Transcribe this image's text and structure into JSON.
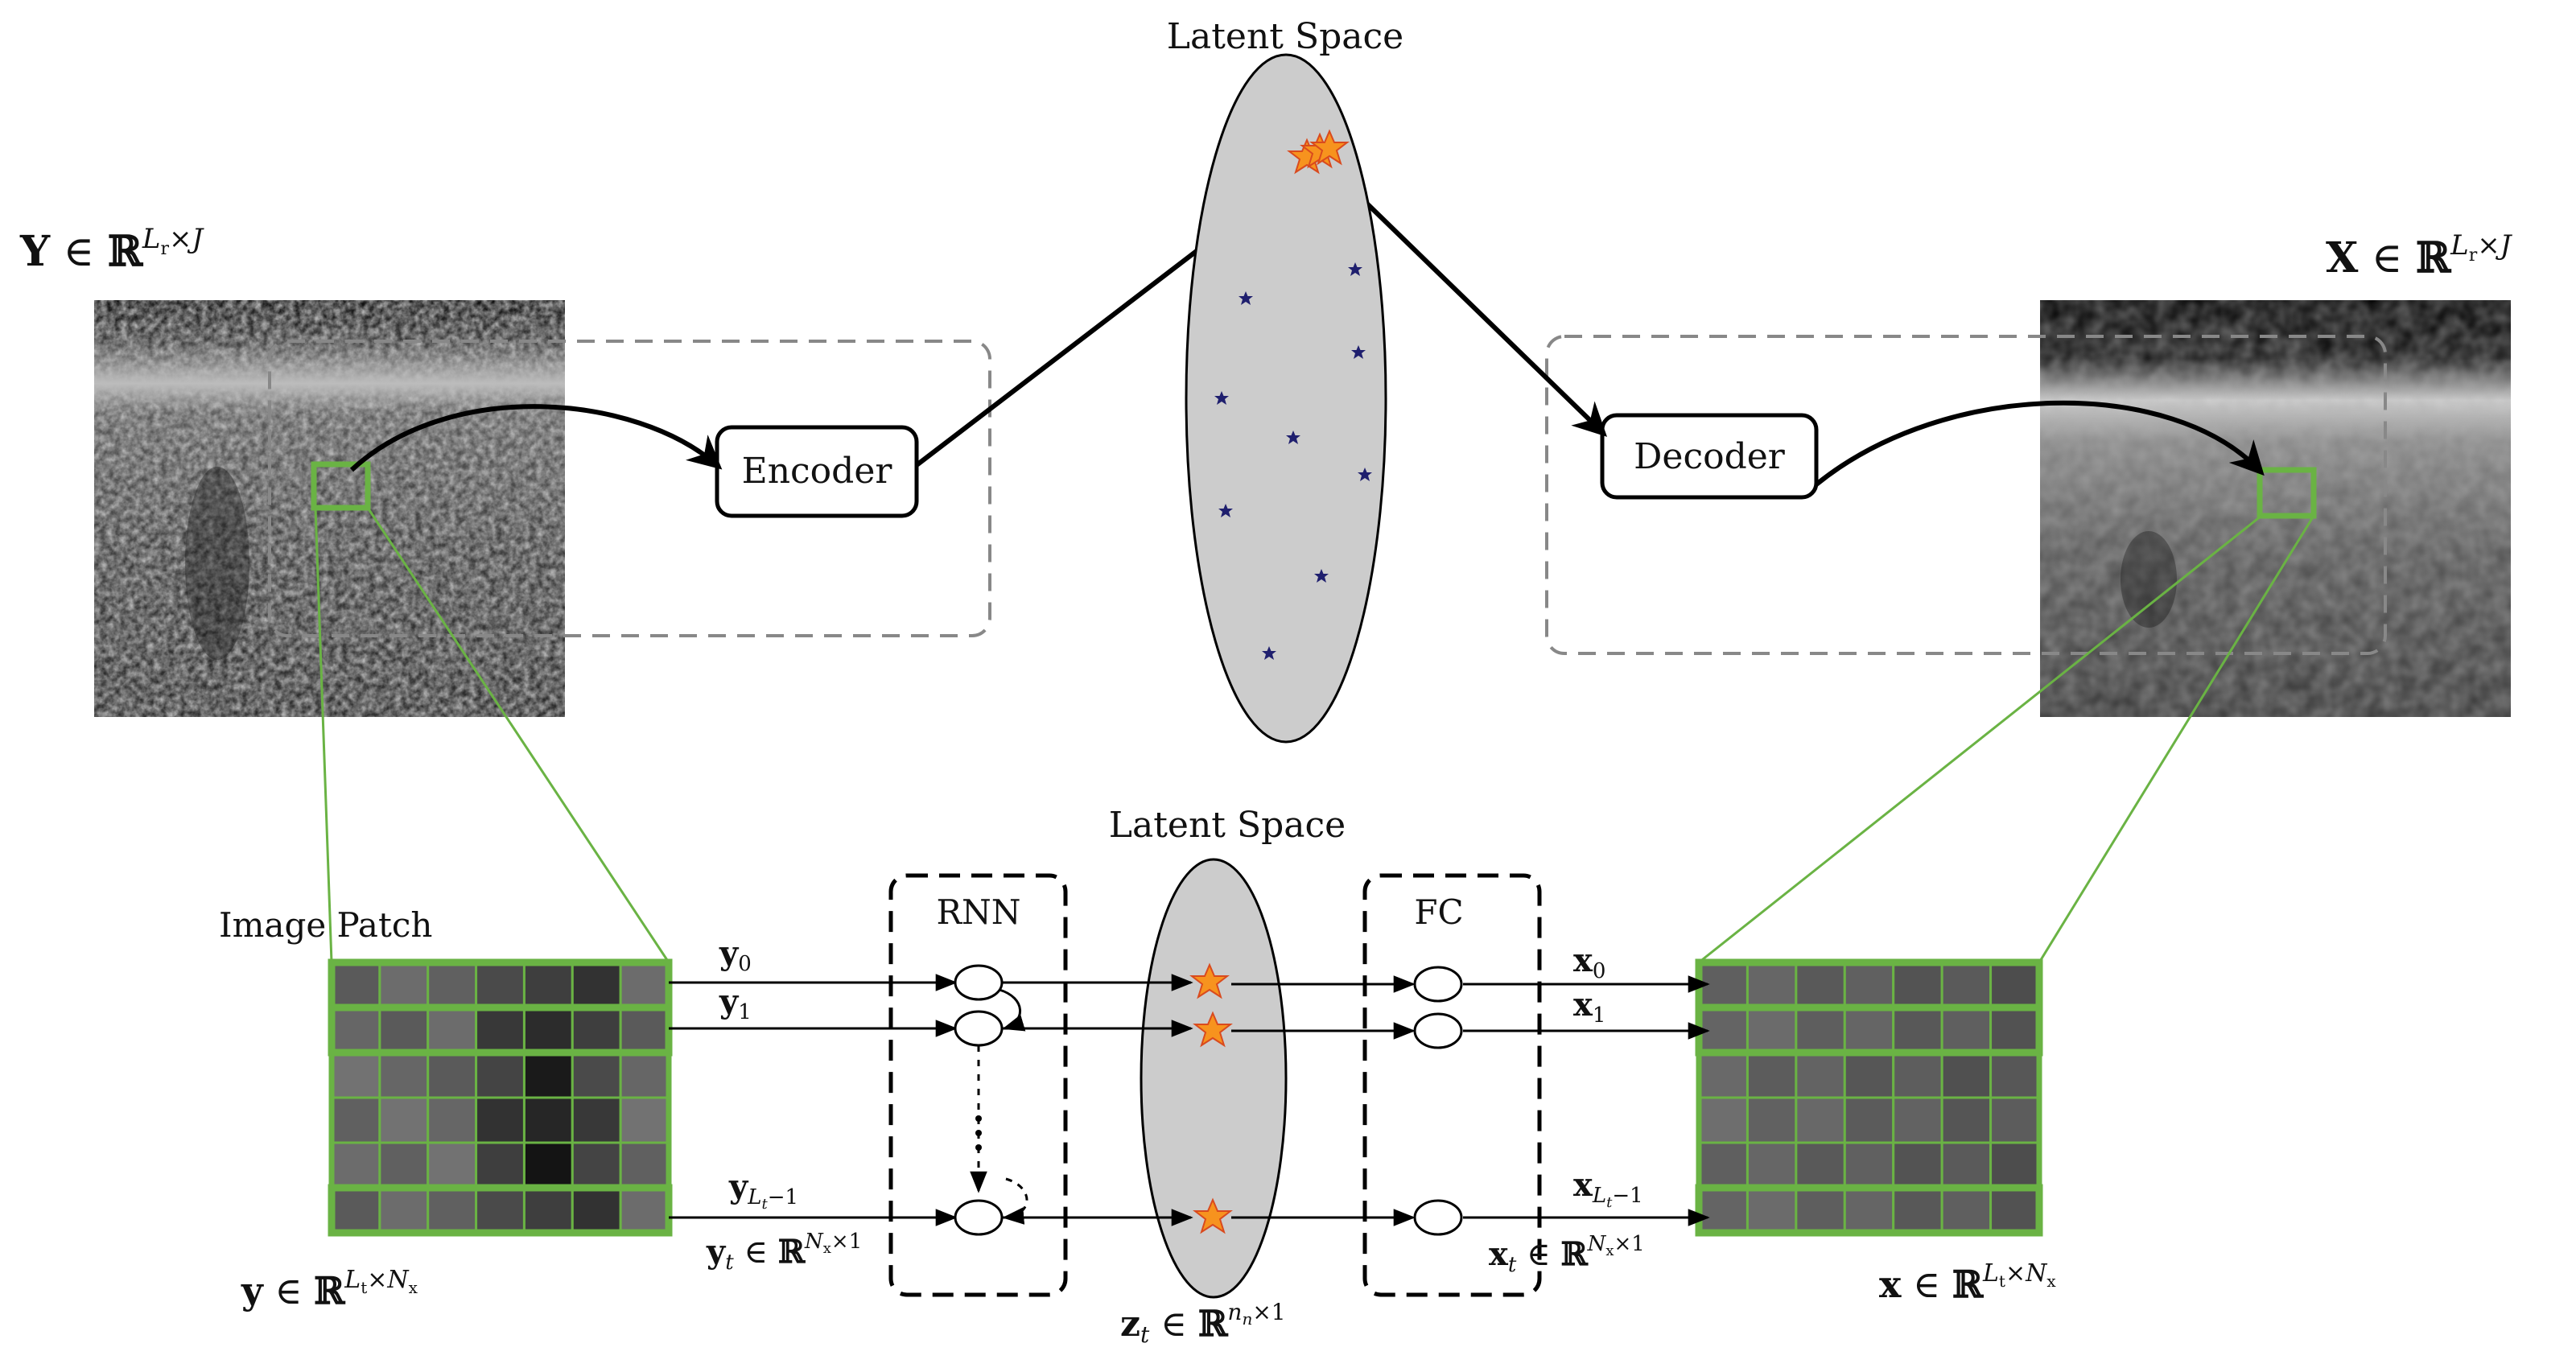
{
  "top": {
    "latent_title": "Latent Space",
    "encoder_label": "Encoder",
    "decoder_label": "Decoder",
    "input_matrix": {
      "sym": "Y",
      "in": " ∈ ",
      "set": "ℝ",
      "sup": "L",
      "sup_sub": "r",
      "sup_rest": "×J"
    },
    "output_matrix": {
      "sym": "X",
      "in": " ∈ ",
      "set": "ℝ",
      "sup": "L",
      "sup_sub": "r",
      "sup_rest": "×J"
    }
  },
  "bottom": {
    "latent_title": "Latent Space",
    "patch_title": "Image Patch",
    "rnn_label": "RNN",
    "fc_label": "FC",
    "input_labels": [
      {
        "sym": "y",
        "sub": "0"
      },
      {
        "sym": "y",
        "sub": "1"
      },
      {
        "sym": "y",
        "sub": "L",
        "sub2": "t",
        "sub3": "−1"
      }
    ],
    "output_labels": [
      {
        "sym": "x",
        "sub": "0"
      },
      {
        "sym": "x",
        "sub": "1"
      },
      {
        "sym": "x",
        "sub": "L",
        "sub2": "t",
        "sub3": "−1"
      }
    ],
    "yt_dim": {
      "sym": "y",
      "sub": "t",
      "in": " ∈ ",
      "set": "ℝ",
      "sup": "N",
      "sup_sub": "x",
      "sup_rest": "×1"
    },
    "xt_dim": {
      "sym": "x",
      "sub": "t",
      "in": " ∈ ",
      "set": "ℝ",
      "sup": "N",
      "sup_sub": "x",
      "sup_rest": "×1"
    },
    "zt_dim": {
      "sym": "z",
      "sub": "t",
      "in": " ∈ ",
      "set": "ℝ",
      "sup": "n",
      "sup_sub": "n",
      "sup_rest": "×1"
    },
    "patch_dim": {
      "sym": "y",
      "in": " ∈ ",
      "set": "ℝ",
      "sup": "L",
      "sup_sub": "t",
      "sup_rest": "×N",
      "sup_sub2": "x"
    },
    "recon_dim": {
      "sym": "x",
      "in": " ∈ ",
      "set": "ℝ",
      "sup": "L",
      "sup_sub": "t",
      "sup_rest": "×N",
      "sup_sub2": "x"
    }
  },
  "colors": {
    "green": "#6ab344",
    "latent_fill": "#cccccc",
    "star_orange": "#f7931e",
    "star_navy": "#1f1f6e",
    "dash_gray": "#888888"
  }
}
